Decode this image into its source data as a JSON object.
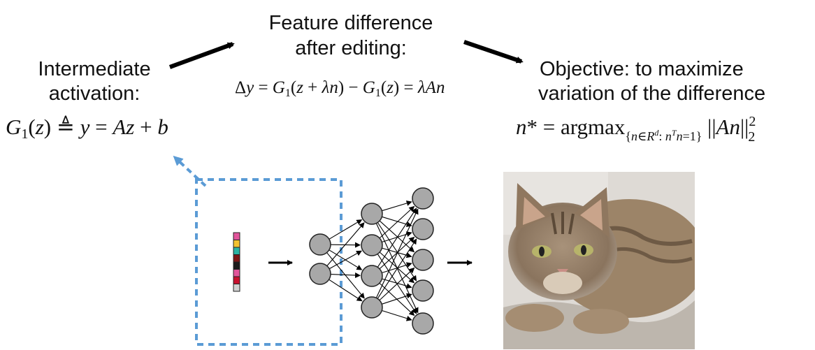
{
  "labels": {
    "intermediate_line1": "Intermediate",
    "intermediate_line2": "activation:",
    "feature_line1": "Feature difference",
    "feature_line2": "after editing:",
    "objective_line1": "Objective: to maximize",
    "objective_line2": "variation of the difference"
  },
  "equations": {
    "activation": "G₁(z) ≜ y = Az + b",
    "difference": "Δy = G₁(z + λn) − G₁(z) = λAn",
    "objective": "n* = argmax{n∈Rd: nTn=1} ||An||₂²"
  },
  "latent_vector_colors": [
    "#e2559b",
    "#f2c230",
    "#2bb3a3",
    "#7d1616",
    "#1b1b1b",
    "#e2559b",
    "#c8102e",
    "#d0d0d0"
  ],
  "network_layers": [
    2,
    4,
    5
  ],
  "colors": {
    "highlight_box": "#5b9bd5",
    "node_fill": "#a8a8a8",
    "arrow": "#000000"
  },
  "image_description_icon": "cat-photo"
}
